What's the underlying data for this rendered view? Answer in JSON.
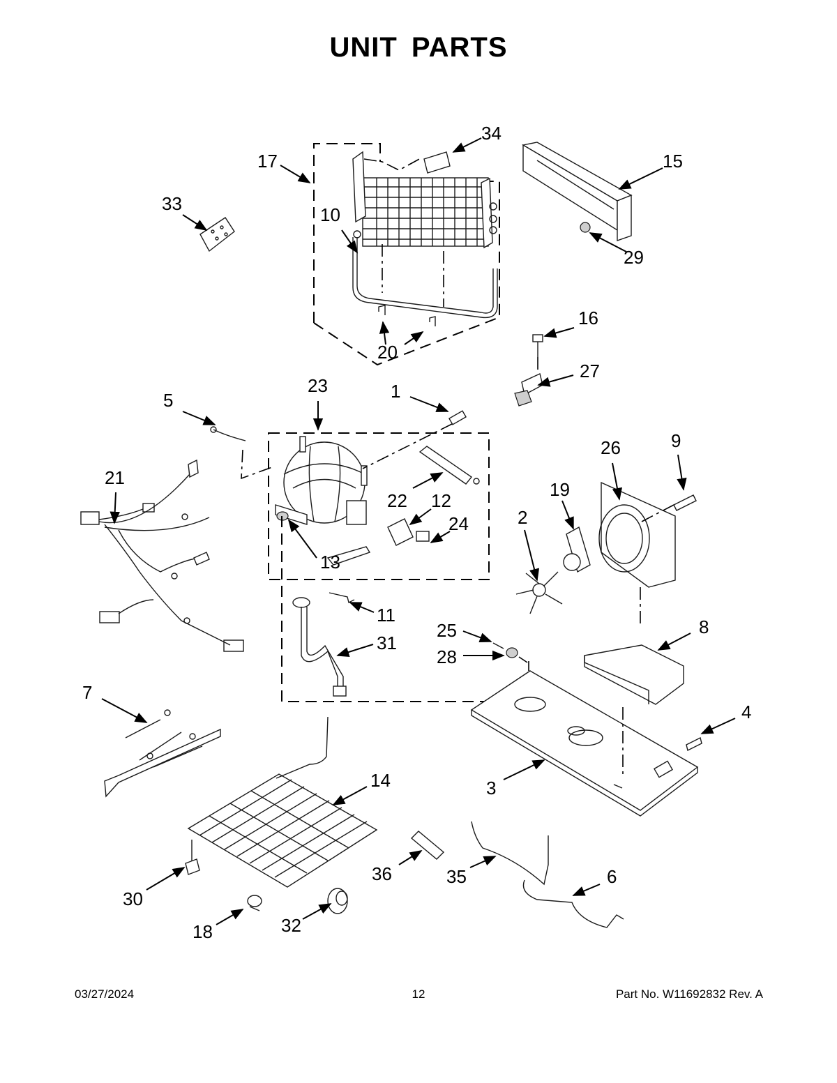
{
  "page": {
    "title": "UNIT  PARTS",
    "footer_date": "03/27/2024",
    "footer_page": "12",
    "footer_part": "Part No.  W11692832  Rev.  A"
  },
  "callouts": [
    "34",
    "17",
    "15",
    "33",
    "10",
    "29",
    "20",
    "16",
    "27",
    "23",
    "1",
    "5",
    "22",
    "12",
    "21",
    "24",
    "13",
    "26",
    "9",
    "19",
    "2",
    "11",
    "31",
    "25",
    "8",
    "28",
    "7",
    "4",
    "14",
    "3",
    "36",
    "35",
    "6",
    "30",
    "32",
    "18"
  ]
}
